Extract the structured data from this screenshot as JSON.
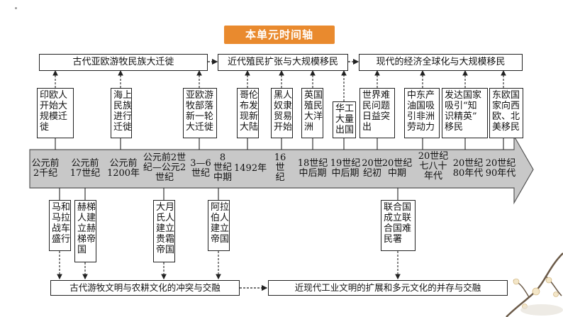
{
  "title": "本单元时间轴",
  "top_categories": [
    "古代亚欧游牧民族大迁徙",
    "近代殖民扩张与大规模移民",
    "现代的经济全球化与大规模移民"
  ],
  "top_events": [
    "印欧人\n开始大\n规模迁\n徙",
    "海上\n民族\n进行\n迁徙",
    "亚欧游\n牧部落\n新一轮\n大迁徙",
    "哥伦\n布发\n现新\n大陆",
    "黑人\n奴隶\n贸易\n开始",
    "英国\n殖民\n大洋\n洲",
    "华工\n大量\n出国",
    "世界难\n民问题\n日益突\n出",
    "中东产\n油国吸\n引非洲\n劳动力",
    "发达国家\n吸引“知\n识精英”\n移民",
    "东欧国\n家向西\n欧、北\n美移民"
  ],
  "timeline": [
    "公元前\n2千纪",
    "公元前\n17世纪",
    "公元前\n1200年",
    "公元前2世\n纪—公元2\n世纪",
    "3—6\n世纪",
    "8\n世纪\n中期",
    "1492年",
    "16\n世\n纪",
    "18世纪\n中后期",
    "19世纪\n中后期",
    "20世\n纪初",
    "20世纪\n中期",
    "20世纪\n七八十\n年代",
    "20世纪\n80年代",
    "20世纪\n90年代"
  ],
  "bottom_events": [
    "马和\n马拉\n战车\n盛行",
    "赫梯\n人建\n立赫\n梯帝\n国",
    "大月\n氏人\n建立\n贵霜\n帝国",
    "阿拉\n伯人\n建立\n帝国",
    "联合国\n成立联\n合国难\n民署"
  ],
  "bottom_categories": [
    "古代游牧文明与农耕文化的冲突与交融",
    "近现代工业文明的扩展和多元文化的并存与交融"
  ],
  "colors": {
    "banner": "#e98a2e",
    "arrow_fill": "#c8c8c8",
    "arrow_stroke": "#555555"
  }
}
